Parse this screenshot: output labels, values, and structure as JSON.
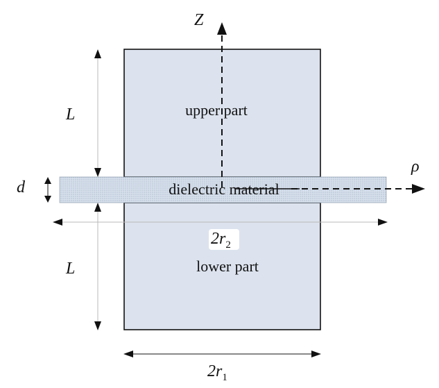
{
  "labels": {
    "upper": "upper part",
    "lower": "lower part",
    "dielectric": "dielectric material",
    "z_axis": "Z",
    "rho_axis": "ρ",
    "d": "d",
    "L_top": "L",
    "L_bottom": "L",
    "two_r2_coef": "2r",
    "two_r2_sub": "2",
    "two_r1_coef": "2r",
    "two_r1_sub": "1"
  },
  "colors": {
    "body_fill": "#dce3ee",
    "dielectric_fill": "#d3dde9",
    "stroke": "#111111",
    "dim_line": "#b8b8b8"
  }
}
